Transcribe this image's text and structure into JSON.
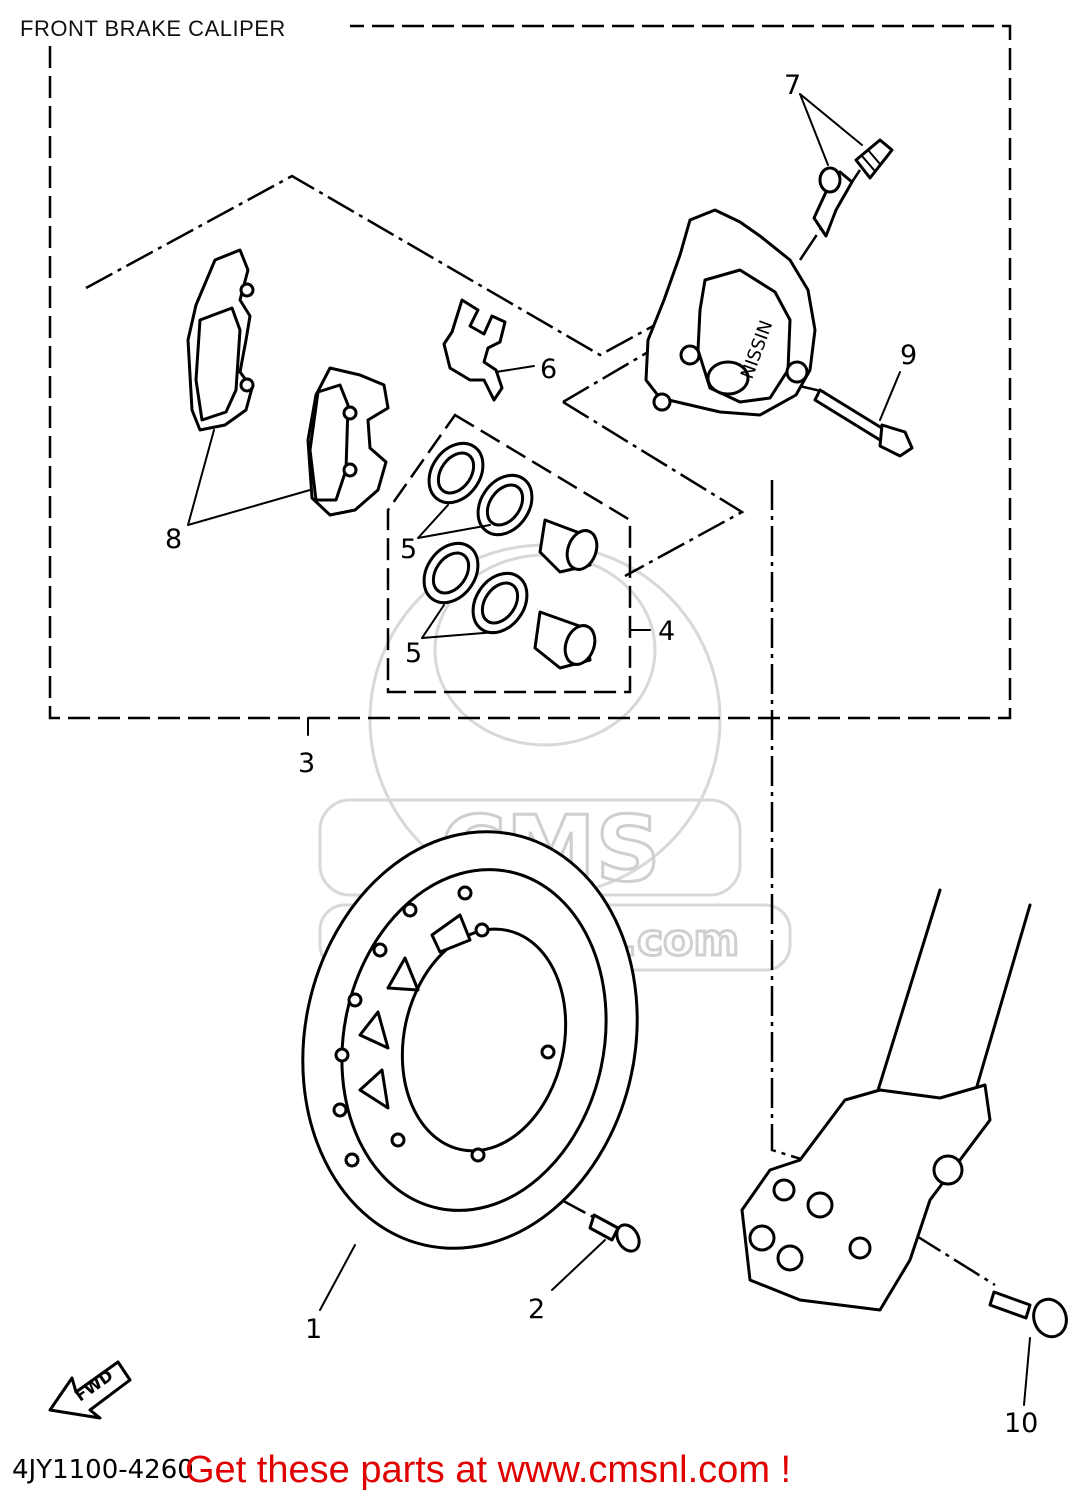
{
  "title": "FRONT BRAKE CALIPER",
  "drawing_code": "4JY1100-4260",
  "promo_text": "Get these parts at www.cmsnl.com !",
  "watermark": {
    "brand": "CMS",
    "url": "www.cmsnl.com"
  },
  "fwd_label": "FWD",
  "callouts": {
    "c1": "1",
    "c2": "2",
    "c3": "3",
    "c4": "4",
    "c5a": "5",
    "c5b": "5",
    "c6": "6",
    "c7": "7",
    "c8": "8",
    "c9": "9",
    "c10": "10"
  },
  "colors": {
    "promo": "#e00000",
    "line": "#000000",
    "watermark": "#cfcfcf"
  }
}
